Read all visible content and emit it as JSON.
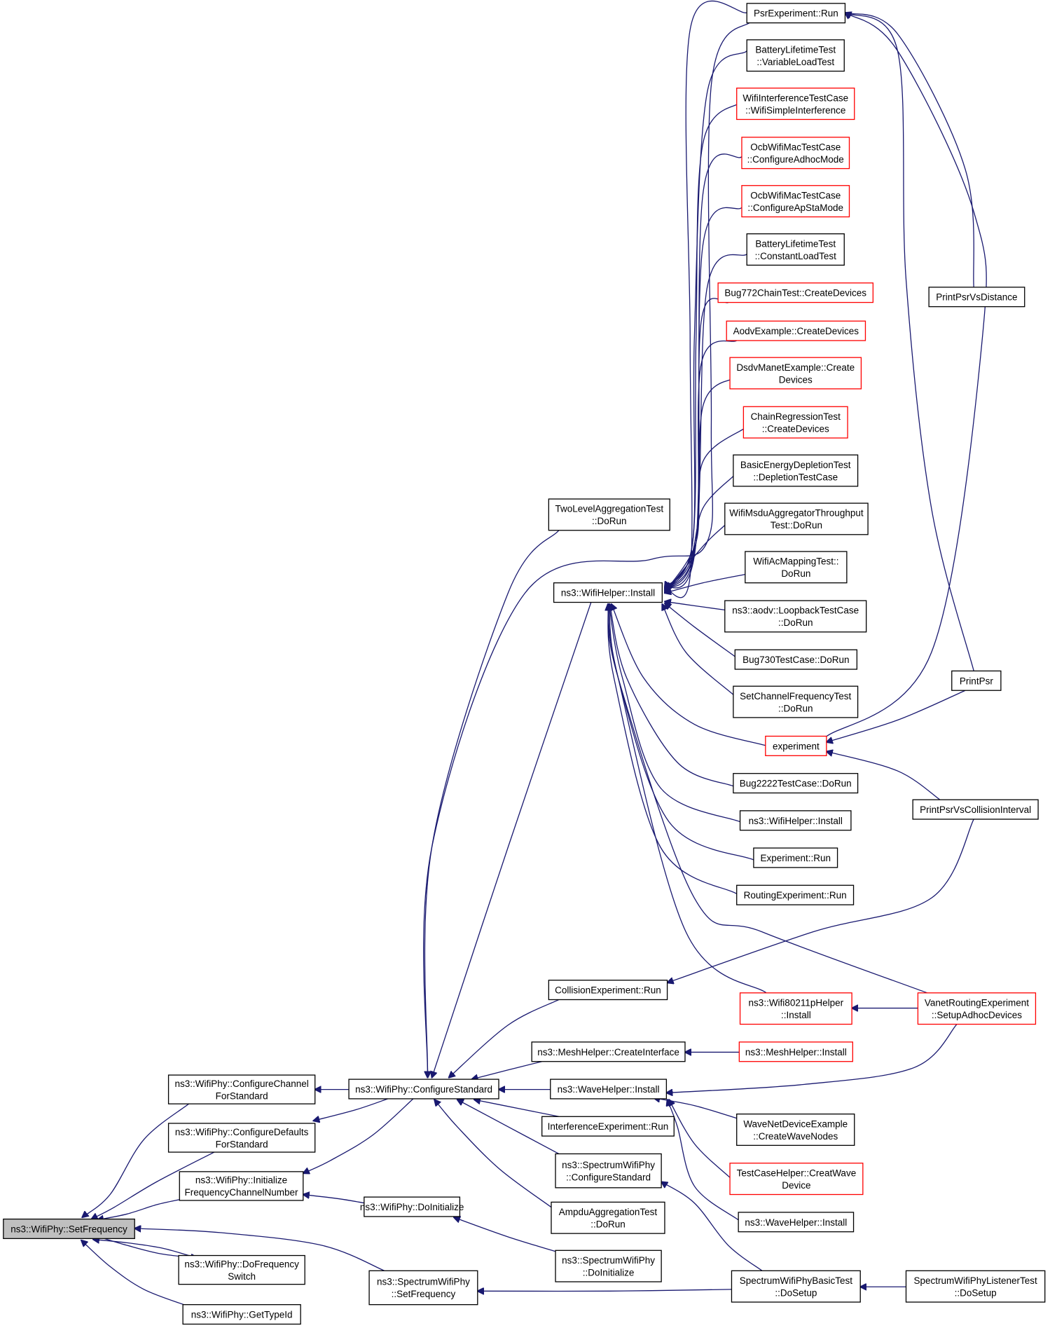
{
  "diagram": {
    "root": "ns3::WifiPhy::SetFrequency",
    "colors": {
      "edge": "#191970",
      "normal_border": "#000000",
      "truncated_border": "#ff0000",
      "root_fill": "#bfbfbf"
    },
    "nodes": {
      "setfreq": {
        "lines": [
          "ns3::WifiPhy::SetFrequency"
        ],
        "style": "root"
      },
      "cfgchan": {
        "lines": [
          "ns3::WifiPhy::ConfigureChannel",
          "ForStandard"
        ],
        "style": "normal"
      },
      "cfgdef": {
        "lines": [
          "ns3::WifiPhy::ConfigureDefaults",
          "ForStandard"
        ],
        "style": "normal"
      },
      "initfreq": {
        "lines": [
          "ns3::WifiPhy::Initialize",
          "FrequencyChannelNumber"
        ],
        "style": "normal"
      },
      "dofreq": {
        "lines": [
          "ns3::WifiPhy::DoFrequency",
          "Switch"
        ],
        "style": "normal"
      },
      "typeid": {
        "lines": [
          "ns3::WifiPhy::GetTypeId"
        ],
        "style": "normal"
      },
      "cfgstd": {
        "lines": [
          "ns3::WifiPhy::ConfigureStandard"
        ],
        "style": "normal"
      },
      "doinit": {
        "lines": [
          "ns3::WifiPhy::DoInitialize"
        ],
        "style": "normal"
      },
      "sswp_setfreq": {
        "lines": [
          "ns3::SpectrumWifiPhy",
          "::SetFrequency"
        ],
        "style": "normal"
      },
      "twolevel": {
        "lines": [
          "TwoLevelAggregationTest",
          "::DoRun"
        ],
        "style": "normal"
      },
      "wh_install": {
        "lines": [
          "ns3::WifiHelper::Install"
        ],
        "style": "normal"
      },
      "collision": {
        "lines": [
          "CollisionExperiment::Run"
        ],
        "style": "normal"
      },
      "mesh_ci": {
        "lines": [
          "ns3::MeshHelper::CreateInterface"
        ],
        "style": "normal"
      },
      "wave_install": {
        "lines": [
          "ns3::WaveHelper::Install"
        ],
        "style": "normal"
      },
      "interf": {
        "lines": [
          "InterferenceExperiment::Run"
        ],
        "style": "normal"
      },
      "sswp_cfg": {
        "lines": [
          "ns3::SpectrumWifiPhy",
          "::ConfigureStandard"
        ],
        "style": "normal"
      },
      "ampdu": {
        "lines": [
          "AmpduAggregationTest",
          "::DoRun"
        ],
        "style": "normal"
      },
      "sswp_doinit": {
        "lines": [
          "ns3::SpectrumWifiPhy",
          "::DoInitialize"
        ],
        "style": "normal"
      },
      "psr_run": {
        "lines": [
          "PsrExperiment::Run"
        ],
        "style": "normal"
      },
      "battvar": {
        "lines": [
          "BatteryLifetimeTest",
          "::VariableLoadTest"
        ],
        "style": "normal"
      },
      "wifiinterf": {
        "lines": [
          "WifiInterferenceTestCase",
          "::WifiSimpleInterference"
        ],
        "style": "red"
      },
      "ocbadhoc": {
        "lines": [
          "OcbWifiMacTestCase",
          "::ConfigureAdhocMode"
        ],
        "style": "red"
      },
      "ocbapsta": {
        "lines": [
          "OcbWifiMacTestCase",
          "::ConfigureApStaMode"
        ],
        "style": "red"
      },
      "battconst": {
        "lines": [
          "BatteryLifetimeTest",
          "::ConstantLoadTest"
        ],
        "style": "normal"
      },
      "bug772": {
        "lines": [
          "Bug772ChainTest::CreateDevices"
        ],
        "style": "red"
      },
      "aodvex": {
        "lines": [
          "AodvExample::CreateDevices"
        ],
        "style": "red"
      },
      "dsdv": {
        "lines": [
          "DsdvManetExample::Create",
          "Devices"
        ],
        "style": "red"
      },
      "chainreg": {
        "lines": [
          "ChainRegressionTest",
          "::CreateDevices"
        ],
        "style": "red"
      },
      "basicenergy": {
        "lines": [
          "BasicEnergyDepletionTest",
          "::DepletionTestCase"
        ],
        "style": "normal"
      },
      "msdu": {
        "lines": [
          "WifiMsduAggregatorThroughput",
          "Test::DoRun"
        ],
        "style": "normal"
      },
      "acmap": {
        "lines": [
          "WifiAcMappingTest::",
          "DoRun"
        ],
        "style": "normal"
      },
      "aodvloop": {
        "lines": [
          "ns3::aodv::LoopbackTestCase",
          "::DoRun"
        ],
        "style": "normal"
      },
      "bug730": {
        "lines": [
          "Bug730TestCase::DoRun"
        ],
        "style": "normal"
      },
      "setchanfreq": {
        "lines": [
          "SetChannelFrequencyTest",
          "::DoRun"
        ],
        "style": "normal"
      },
      "experiment": {
        "lines": [
          "experiment"
        ],
        "style": "red"
      },
      "bug2222": {
        "lines": [
          "Bug2222TestCase::DoRun"
        ],
        "style": "normal"
      },
      "wh_install2": {
        "lines": [
          "ns3::WifiHelper::Install"
        ],
        "style": "normal"
      },
      "exp_run": {
        "lines": [
          "Experiment::Run"
        ],
        "style": "normal"
      },
      "routing": {
        "lines": [
          "RoutingExperiment::Run"
        ],
        "style": "normal"
      },
      "w80211p": {
        "lines": [
          "ns3::Wifi80211pHelper",
          "::Install"
        ],
        "style": "red"
      },
      "mesh_install": {
        "lines": [
          "ns3::MeshHelper::Install"
        ],
        "style": "red"
      },
      "wavenet": {
        "lines": [
          "WaveNetDeviceExample",
          "::CreateWaveNodes"
        ],
        "style": "normal"
      },
      "testcase": {
        "lines": [
          "TestCaseHelper::CreatWave",
          "Device"
        ],
        "style": "red"
      },
      "wave_install2": {
        "lines": [
          "ns3::WaveHelper::Install"
        ],
        "style": "normal"
      },
      "sswp_basic": {
        "lines": [
          "SpectrumWifiPhyBasicTest",
          "::DoSetup"
        ],
        "style": "normal"
      },
      "ppvd": {
        "lines": [
          "PrintPsrVsDistance"
        ],
        "style": "normal"
      },
      "printpsr": {
        "lines": [
          "PrintPsr"
        ],
        "style": "normal"
      },
      "ppvci": {
        "lines": [
          "PrintPsrVsCollisionInterval"
        ],
        "style": "normal"
      },
      "vanet": {
        "lines": [
          "VanetRoutingExperiment",
          "::SetupAdhocDevices"
        ],
        "style": "red"
      },
      "sswp_listener": {
        "lines": [
          "SpectrumWifiPhyListenerTest",
          "::DoSetup"
        ],
        "style": "normal"
      }
    },
    "edges": [
      [
        "cfgchan",
        "setfreq"
      ],
      [
        "cfgdef",
        "setfreq"
      ],
      [
        "initfreq",
        "setfreq"
      ],
      [
        "dofreq",
        "setfreq"
      ],
      [
        "setfreq",
        "dofreq"
      ],
      [
        "typeid",
        "setfreq"
      ],
      [
        "sswp_setfreq",
        "setfreq"
      ],
      [
        "cfgstd",
        "cfgchan"
      ],
      [
        "cfgstd",
        "cfgdef"
      ],
      [
        "cfgstd",
        "initfreq"
      ],
      [
        "doinit",
        "initfreq"
      ],
      [
        "twolevel",
        "cfgstd"
      ],
      [
        "wh_install",
        "cfgstd"
      ],
      [
        "collision",
        "cfgstd"
      ],
      [
        "mesh_ci",
        "cfgstd"
      ],
      [
        "wave_install",
        "cfgstd"
      ],
      [
        "interf",
        "cfgstd"
      ],
      [
        "sswp_cfg",
        "cfgstd"
      ],
      [
        "ampdu",
        "cfgstd"
      ],
      [
        "psr_run",
        "cfgstd"
      ],
      [
        "sswp_doinit",
        "doinit"
      ],
      [
        "sswp_basic",
        "sswp_setfreq"
      ],
      [
        "sswp_basic",
        "sswp_cfg"
      ],
      [
        "psr_run",
        "wh_install"
      ],
      [
        "battvar",
        "wh_install"
      ],
      [
        "wifiinterf",
        "wh_install"
      ],
      [
        "ocbadhoc",
        "wh_install"
      ],
      [
        "ocbapsta",
        "wh_install"
      ],
      [
        "battconst",
        "wh_install"
      ],
      [
        "bug772",
        "wh_install"
      ],
      [
        "aodvex",
        "wh_install"
      ],
      [
        "dsdv",
        "wh_install"
      ],
      [
        "chainreg",
        "wh_install"
      ],
      [
        "basicenergy",
        "wh_install"
      ],
      [
        "msdu",
        "wh_install"
      ],
      [
        "acmap",
        "wh_install"
      ],
      [
        "aodvloop",
        "wh_install"
      ],
      [
        "bug730",
        "wh_install"
      ],
      [
        "setchanfreq",
        "wh_install"
      ],
      [
        "experiment",
        "wh_install"
      ],
      [
        "bug2222",
        "wh_install"
      ],
      [
        "wh_install2",
        "wh_install"
      ],
      [
        "exp_run",
        "wh_install"
      ],
      [
        "routing",
        "wh_install"
      ],
      [
        "w80211p",
        "wh_install"
      ],
      [
        "vanet",
        "wh_install"
      ],
      [
        "ppvd",
        "psr_run"
      ],
      [
        "printpsr",
        "psr_run"
      ],
      [
        "printpsr",
        "experiment"
      ],
      [
        "ppvci",
        "experiment"
      ],
      [
        "experiment",
        "psr_run"
      ],
      [
        "ppvci",
        "collision"
      ],
      [
        "vanet",
        "w80211p"
      ],
      [
        "mesh_install",
        "mesh_ci"
      ],
      [
        "vanet",
        "wave_install"
      ],
      [
        "wavenet",
        "wave_install"
      ],
      [
        "testcase",
        "wave_install"
      ],
      [
        "wave_install2",
        "wave_install"
      ],
      [
        "sswp_listener",
        "sswp_basic"
      ]
    ]
  }
}
